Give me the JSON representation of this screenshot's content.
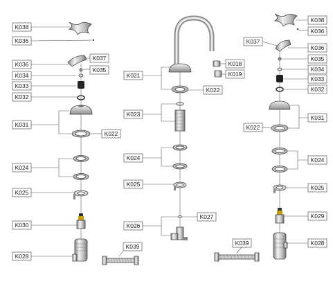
{
  "left_assembly": {
    "labels": {
      "handle_top": "K038",
      "handle_bottom": "K036",
      "lever": "K036",
      "lever_cap": "K037",
      "screw": "K034",
      "screw_side": "K035",
      "cartridge": "K033",
      "washer": "K032",
      "escutcheon": "K031",
      "seal": "K022",
      "rings": "K024",
      "nut": "K025",
      "valve": "K030",
      "body": "K028"
    }
  },
  "center_assembly": {
    "labels": {
      "aerator": "K018",
      "aerator_nut": "K019",
      "spout_base": "K021",
      "seal": "K022",
      "thread": "K023",
      "rings": "K024",
      "nut": "K025",
      "elbow": "K026",
      "tube_end": "K027",
      "hose": "K039"
    }
  },
  "right_assembly": {
    "labels": {
      "handle_top": "K038",
      "handle_bottom": "K036",
      "lever_cap": "K037",
      "lever": "K036",
      "screw": "K035",
      "screw_side": "K034",
      "cartridge": "K033",
      "washer": "K032",
      "escutcheon": "K031",
      "seal": "K022",
      "rings": "K024",
      "nut": "K025",
      "valve": "K029",
      "body": "K028",
      "hose": "K039"
    }
  }
}
